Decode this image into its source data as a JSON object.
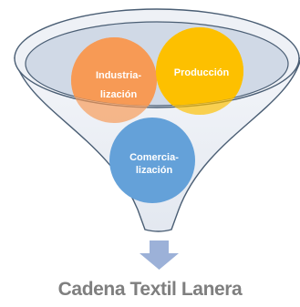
{
  "colors": {
    "funnel_stroke": "#4a5e74",
    "funnel_fill": "#eef1f6",
    "rim_fill": "#c6d0e0",
    "industrializacion": "#f79a55",
    "produccion": "#fdc000",
    "comercializacion": "#64a1d9",
    "arrow": "#9cb1d8",
    "caption": "#7f7f7f"
  },
  "diagram": {
    "circles": {
      "industrializacion": {
        "line1": "Industria-",
        "line2": "lización"
      },
      "produccion": {
        "label": "Producción"
      },
      "comercializacion": {
        "line1": "Comercia-",
        "line2": "lización"
      }
    },
    "arrow_icon": "arrow-down-icon"
  },
  "caption": "Cadena Textil Lanera"
}
